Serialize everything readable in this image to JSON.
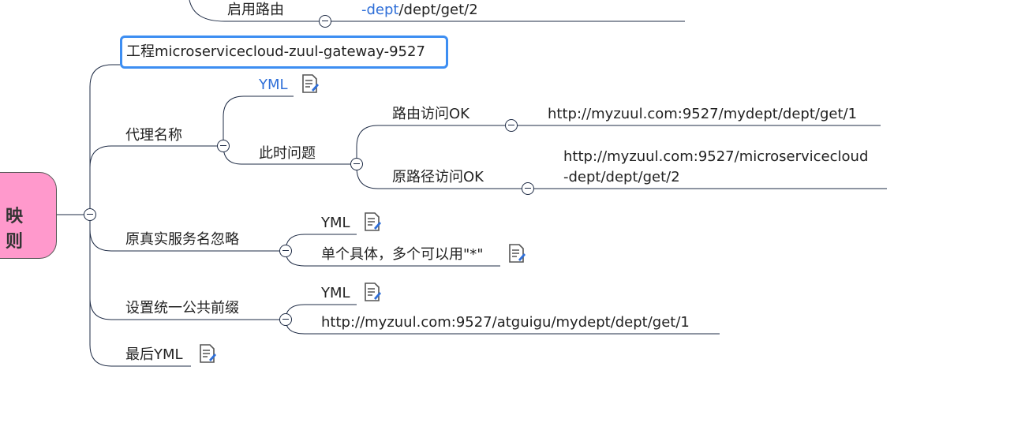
{
  "central_topic": {
    "line1": "映",
    "line2": "则",
    "fill_color": "#ff99cc"
  },
  "top_partial": {
    "label": "启用路由",
    "url_prefix": "-dept",
    "url_rest": "/dept/get/2"
  },
  "selected_node": {
    "label": "工程microservicecloud-zuul-gateway-9527",
    "border_color": "#3d8ef2"
  },
  "proxy_name": {
    "label": "代理名称",
    "yml_label": "YML",
    "issue": {
      "label": "此时问题",
      "route_ok": {
        "label": "路由访问OK",
        "url": "http://myzuul.com:9527/mydept/dept/get/1"
      },
      "original_ok": {
        "label": "原路径访问OK",
        "url_line1": "http://myzuul.com:9527/microservicecloud",
        "url_line2": "-dept/dept/get/2"
      }
    }
  },
  "ignore_real_name": {
    "label": "原真实服务名忽略",
    "yml_label": "YML",
    "note_label": "单个具体，多个可以用\"*\""
  },
  "prefix": {
    "label": "设置统一公共前缀",
    "yml_label": "YML",
    "url": "http://myzuul.com:9527/atguigu/mydept/dept/get/1"
  },
  "final_yml": {
    "label": "最后YML"
  },
  "colors": {
    "line": "#1e2b45",
    "link_text": "#2f6fd8",
    "note_icon": "#555555",
    "note_pen": "#2f6fd8"
  },
  "icons": [
    "note-icon",
    "collapse-icon"
  ]
}
